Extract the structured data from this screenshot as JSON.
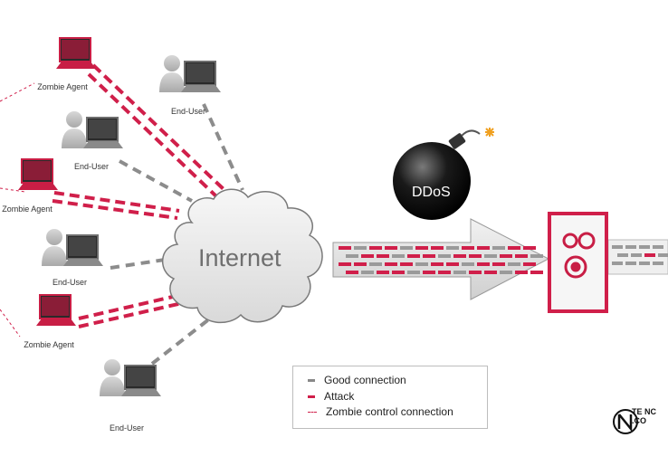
{
  "diagram": {
    "cloud_label": "Internet",
    "bomb_label": "DDoS",
    "nodes": [
      {
        "kind": "zombie",
        "label": "Zombie Agent"
      },
      {
        "kind": "user",
        "label": "End-User"
      },
      {
        "kind": "user",
        "label": "End-User"
      },
      {
        "kind": "zombie",
        "label": "Zombie Agent"
      },
      {
        "kind": "user",
        "label": "End-User"
      },
      {
        "kind": "zombie",
        "label": "Zombie Agent"
      },
      {
        "kind": "user",
        "label": "End-User"
      }
    ],
    "legend": {
      "good": "Good connection",
      "attack": "Attack",
      "zombie": "Zombie control connection"
    },
    "brand_text": "TE NC .CO",
    "colors": {
      "attack": "#d01f4a",
      "good": "#888888",
      "device": "#8a8a8a",
      "zombie": "#c81e45"
    }
  }
}
